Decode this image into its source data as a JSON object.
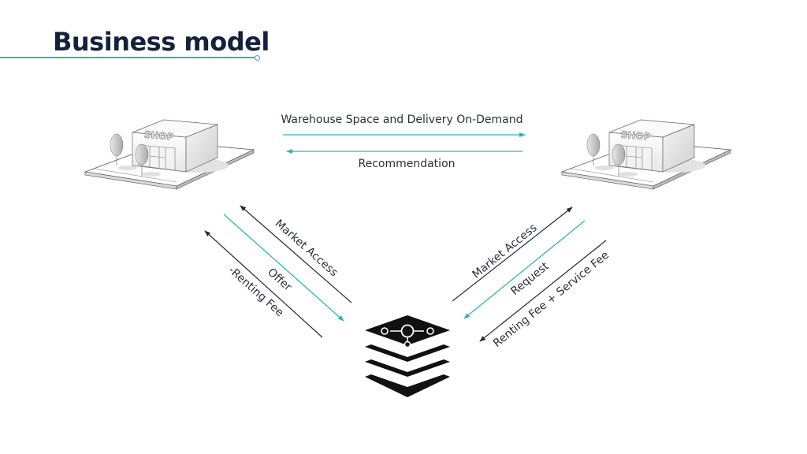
{
  "slide": {
    "title": "Business model",
    "accent_color": "#2fb5ad",
    "dark_color": "#14213d"
  },
  "nodes": {
    "shop_left": {
      "sign": "SHOP",
      "icon": "shop-building-icon"
    },
    "shop_right": {
      "sign": "SHOP",
      "icon": "shop-building-icon"
    },
    "platform": {
      "icon": "platform-layers-icon"
    }
  },
  "flows": {
    "top_forward": "Warehouse Space and Delivery On-Demand",
    "top_back": "Recommendation",
    "left_market_access": "Market Access",
    "left_offer": "Offer",
    "left_renting_fee": "-Renting Fee",
    "right_market_access": "Market Access",
    "right_request": "Request",
    "right_fees": "Renting Fee + Service Fee"
  }
}
